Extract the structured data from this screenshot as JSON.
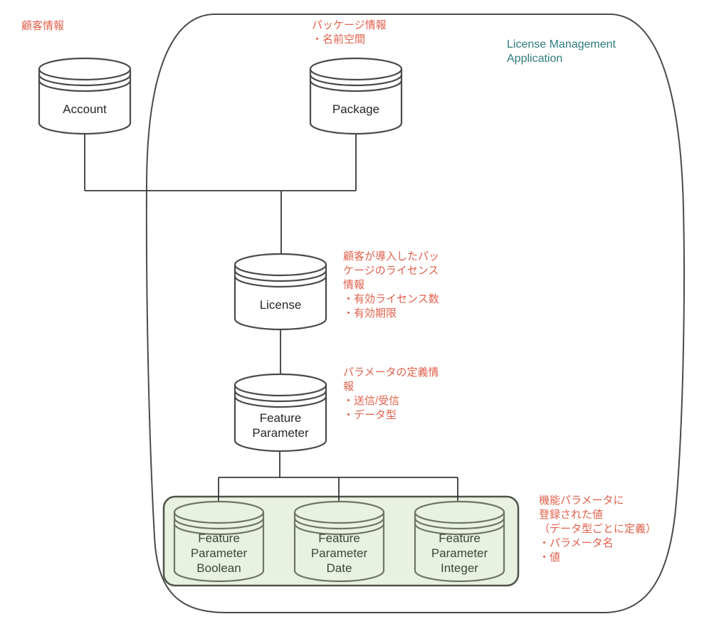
{
  "app": {
    "title": "License Management\nApplication"
  },
  "entities": {
    "account": "Account",
    "package": "Package",
    "license": "License",
    "feature_parameter": "Feature\nParameter",
    "feature_parameter_boolean": "Feature\nParameter\nBoolean",
    "feature_parameter_date": "Feature\nParameter\nDate",
    "feature_parameter_integer": "Feature\nParameter\nInteger"
  },
  "annotations": {
    "account": "顧客情報",
    "package": "パッケージ情報\n・名前空間",
    "license": "顧客が導入したパッ\nケージのライセンス\n情報\n・有効ライセンス数\n・有効期限",
    "feature_parameter": "パラメータの定義情\n報\n・送信/受信\n・データ型",
    "feature_parameter_values": "機能パラメータに\n登録された値\n（データ型ごとに定義）\n・パラメータ名\n・値"
  },
  "colors": {
    "annotation_text": "#e0614c",
    "title_text": "#2e7b7e",
    "shape_stroke": "#4a4a4a",
    "connector": "#383838",
    "group_fill": "#e9f2e0",
    "group_stroke": "#4f5449",
    "green_cylinder_stroke": "#6e7562",
    "entity_text": "#262626"
  }
}
